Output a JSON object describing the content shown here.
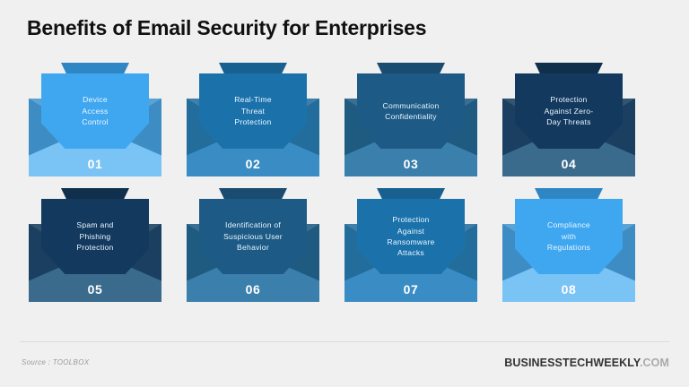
{
  "page": {
    "title": "Benefits of Email Security for Enterprises",
    "background_color": "#f0f0f0"
  },
  "footer": {
    "source_label": "Source : TOOLBOX",
    "brand_primary": "BUSINESSTECHWEEKLY",
    "brand_suffix": ".COM"
  },
  "palette": {
    "bright_blue": "#3fa7f0",
    "medium_blue": "#1b72ab",
    "steel_blue": "#1d5a85",
    "navy_blue": "#13395e"
  },
  "envelopes": [
    {
      "number": "01",
      "label": "Device\nAccess\nControl",
      "card_color": "#3fa7f0",
      "flap_top_color": "#2f86c4",
      "wing_color": "#5aa3d4",
      "wing_shade_color": "#3d8cc4",
      "flap_bottom_color": "#79c3f5"
    },
    {
      "number": "02",
      "label": "Real-Time\nThreat\nProtection",
      "card_color": "#1b72ab",
      "flap_top_color": "#17608f",
      "wing_color": "#417fa8",
      "wing_shade_color": "#236d9c",
      "flap_bottom_color": "#3a8cc4"
    },
    {
      "number": "03",
      "label": "Communication\nConfidentiality",
      "card_color": "#1d5a85",
      "flap_top_color": "#194c70",
      "wing_color": "#3a6f93",
      "wing_shade_color": "#1f5a80",
      "flap_bottom_color": "#3b7fad"
    },
    {
      "number": "04",
      "label": "Protection\nAgainst Zero-\nDay Threats",
      "card_color": "#13395e",
      "flap_top_color": "#102f4d",
      "wing_color": "#33556f",
      "wing_shade_color": "#1a3f60",
      "flap_bottom_color": "#3a6a8c"
    },
    {
      "number": "05",
      "label": "Spam and\nPhishing\nProtection",
      "card_color": "#13395e",
      "flap_top_color": "#102f4d",
      "wing_color": "#33556f",
      "wing_shade_color": "#1a3f60",
      "flap_bottom_color": "#3a6a8c"
    },
    {
      "number": "06",
      "label": "Identification of\nSuspicious User\nBehavior",
      "card_color": "#1d5a85",
      "flap_top_color": "#194c70",
      "wing_color": "#3a6f93",
      "wing_shade_color": "#1f5a80",
      "flap_bottom_color": "#3b7fad"
    },
    {
      "number": "07",
      "label": "Protection\nAgainst\nRansomware\nAttacks",
      "card_color": "#1b72ab",
      "flap_top_color": "#17608f",
      "wing_color": "#417fa8",
      "wing_shade_color": "#236d9c",
      "flap_bottom_color": "#3a8cc4"
    },
    {
      "number": "08",
      "label": "Compliance\nwith\nRegulations",
      "card_color": "#3fa7f0",
      "flap_top_color": "#2f86c4",
      "wing_color": "#5aa3d4",
      "wing_shade_color": "#3d8cc4",
      "flap_bottom_color": "#79c3f5"
    }
  ]
}
